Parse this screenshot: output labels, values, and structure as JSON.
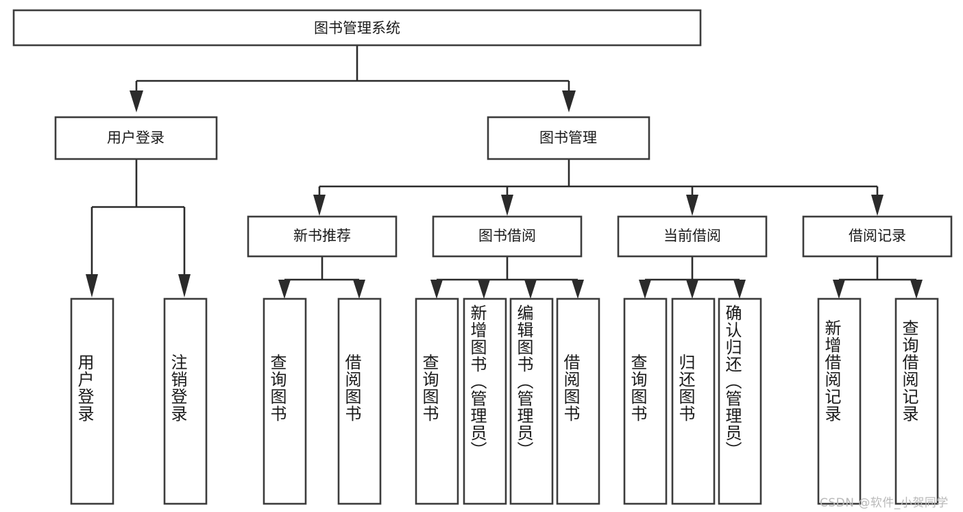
{
  "diagram": {
    "title": "图书管理系统",
    "type": "tree-hierarchy-flowchart",
    "root": {
      "id": "root",
      "label": "图书管理系统",
      "orientation": "horizontal"
    },
    "level2": [
      {
        "id": "user-login",
        "label": "用户登录",
        "orientation": "horizontal"
      },
      {
        "id": "book-manage",
        "label": "图书管理",
        "orientation": "horizontal"
      }
    ],
    "level3": [
      {
        "id": "new-book-recommend",
        "label": "新书推荐",
        "orientation": "horizontal"
      },
      {
        "id": "book-borrow",
        "label": "图书借阅",
        "orientation": "horizontal"
      },
      {
        "id": "current-borrow",
        "label": "当前借阅",
        "orientation": "horizontal"
      },
      {
        "id": "borrow-record",
        "label": "借阅记录",
        "orientation": "horizontal"
      }
    ],
    "leaves": [
      {
        "id": "leaf-user-login",
        "label": "用户登录",
        "parent": "user-login",
        "orientation": "vertical"
      },
      {
        "id": "leaf-user-logout",
        "label": "注销登录",
        "parent": "user-login",
        "orientation": "vertical"
      },
      {
        "id": "leaf-query-book-1",
        "label": "查询图书",
        "parent": "new-book-recommend",
        "orientation": "vertical"
      },
      {
        "id": "leaf-borrow-book-1",
        "label": "借阅图书",
        "parent": "new-book-recommend",
        "orientation": "vertical"
      },
      {
        "id": "leaf-query-book-2",
        "label": "查询图书",
        "parent": "book-borrow",
        "orientation": "vertical"
      },
      {
        "id": "leaf-add-book",
        "label": "新增图书（管理员）",
        "parent": "book-borrow",
        "orientation": "vertical"
      },
      {
        "id": "leaf-edit-book",
        "label": "编辑图书（管理员）",
        "parent": "book-borrow",
        "orientation": "vertical"
      },
      {
        "id": "leaf-borrow-book-2",
        "label": "借阅图书",
        "parent": "book-borrow",
        "orientation": "vertical"
      },
      {
        "id": "leaf-query-book-3",
        "label": "查询图书",
        "parent": "current-borrow",
        "orientation": "vertical"
      },
      {
        "id": "leaf-return-book",
        "label": "归还图书",
        "parent": "current-borrow",
        "orientation": "vertical"
      },
      {
        "id": "leaf-confirm-return",
        "label": "确认归还（管理员）",
        "parent": "current-borrow",
        "orientation": "vertical"
      },
      {
        "id": "leaf-add-record",
        "label": "新增借阅记录",
        "parent": "borrow-record",
        "orientation": "vertical"
      },
      {
        "id": "leaf-query-record",
        "label": "查询借阅记录",
        "parent": "borrow-record",
        "orientation": "vertical"
      }
    ],
    "watermark": "CSDN @软件_小贺同学",
    "colors": {
      "background": "#ffffff",
      "box_stroke": "#3c3c3c",
      "connector": "#2b2b2b",
      "text": "#1a1a1a",
      "watermark": "#b9b9b9"
    }
  }
}
